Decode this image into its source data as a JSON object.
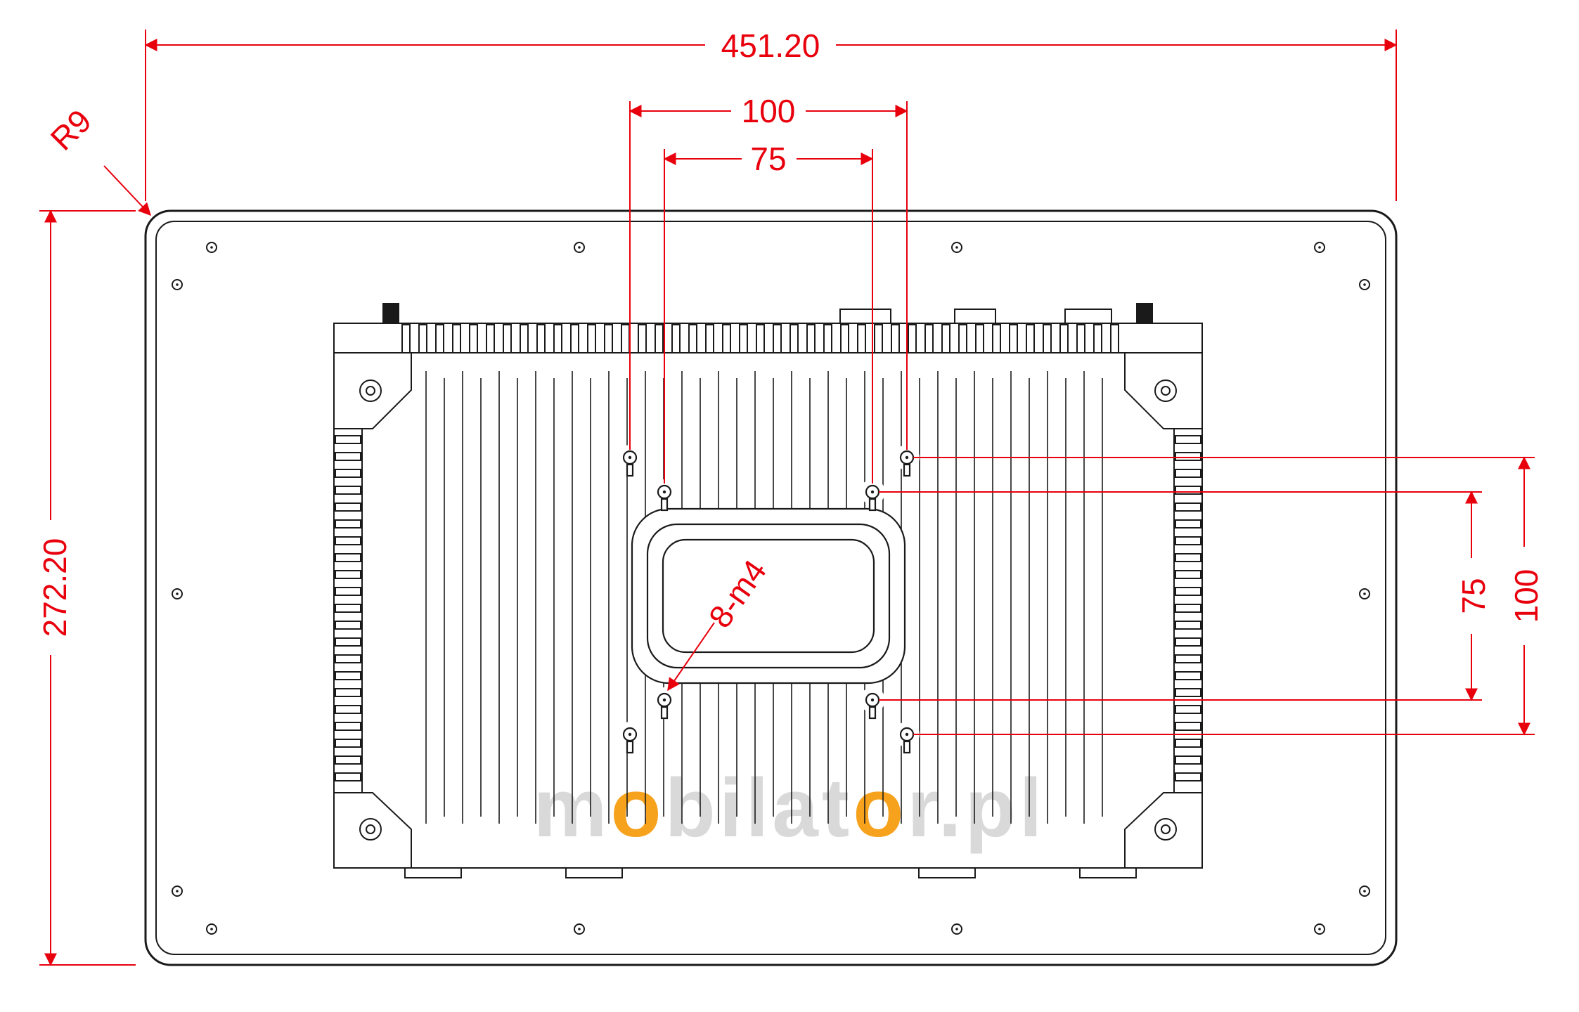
{
  "title": "panel-pc-rear-vesa-dimension-drawing",
  "colors": {
    "dimension_red": "#e8000d",
    "outline_black": "#1a1a1a",
    "watermark_gray": "#d9d9d9",
    "watermark_orange": "#f6a21c",
    "background": "#ffffff"
  },
  "dimensions": {
    "overall_width": "451.20",
    "overall_height": "272.20",
    "vesa_width_100": "100",
    "vesa_width_75": "75",
    "vesa_height_75": "75",
    "vesa_height_100": "100",
    "corner_radius": "R9",
    "screw_spec": "8-m4"
  },
  "watermark": {
    "p1": "m",
    "o1": "o",
    "p2": "bilat",
    "o2": "o",
    "p3": "r.pl"
  }
}
